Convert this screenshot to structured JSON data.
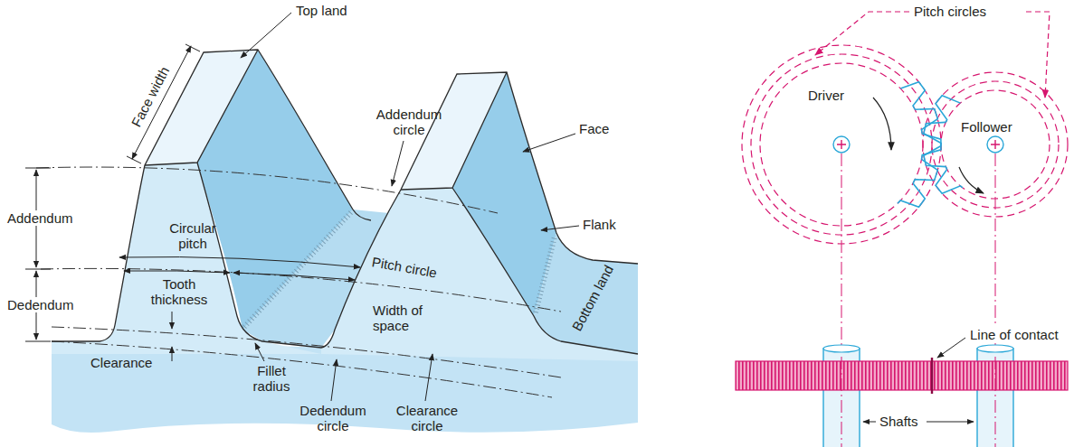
{
  "diagram": {
    "labels": [
      "Top land",
      "Face width",
      "Addendum circle",
      "Face",
      "Addendum",
      "Circular pitch",
      "Flank",
      "Pitch circle",
      "Tooth thickness",
      "Dedendum",
      "Width of space",
      "Bottom land",
      "Clearance",
      "Fillet radius",
      "Dedendum circle",
      "Clearance circle",
      "Pitch circles",
      "Driver",
      "Follower",
      "Line of contact",
      "Shafts"
    ]
  }
}
